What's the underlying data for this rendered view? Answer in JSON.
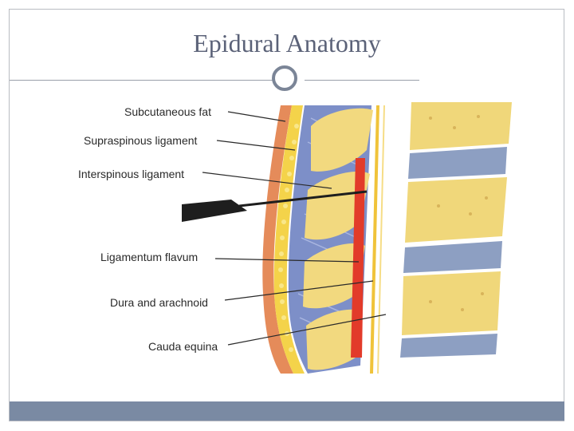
{
  "slide": {
    "title": "Epidural Anatomy"
  },
  "diagram": {
    "labels": [
      "Subcutaneous fat",
      "Supraspinous ligament",
      "Interspinous ligament",
      "Ligamentum flavum",
      "Dura and arachnoid",
      "Cauda equina"
    ]
  },
  "colors": {
    "title": "#5b6278",
    "accent": "#7a8aa3",
    "ring": "#7b8597",
    "bone": "#f0d77a",
    "disc": "#8d9fc2",
    "ligament": "#7d8fc8",
    "epidural": "#e23b2a",
    "skin": "#e58b5a"
  }
}
